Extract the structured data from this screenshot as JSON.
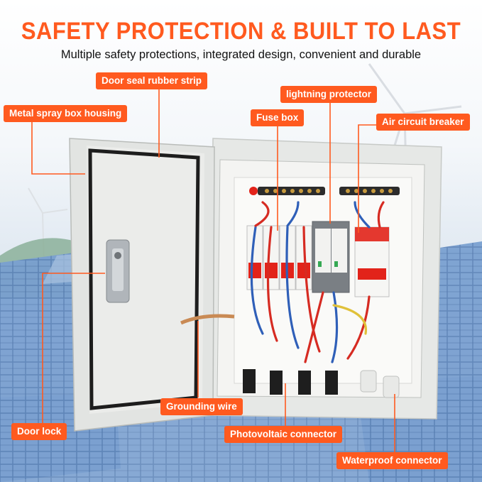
{
  "header": {
    "title": "SAFETY PROTECTION & BUILT TO LAST",
    "subtitle": "Multiple safety protections, integrated design, convenient and durable"
  },
  "callouts": {
    "door_seal": "Door seal rubber strip",
    "housing": "Metal spray box housing",
    "lightning": "lightning protector",
    "fuse_box": "Fuse box",
    "air_breaker": "Air circuit breaker",
    "grounding": "Grounding wire",
    "door_lock": "Door lock",
    "pv_connector": "Photovoltaic connector",
    "waterproof": "Waterproof connector"
  },
  "colors": {
    "accent": "#ff5a1f",
    "box": "#e9ebea",
    "breaker_red": "#e2231a"
  }
}
